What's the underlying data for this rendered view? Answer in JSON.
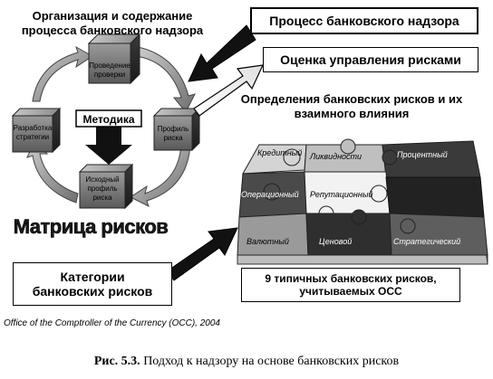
{
  "left_panel": {
    "title_line1": "Организация и содержание",
    "title_line2": "процесса банковского надзора",
    "cycle": {
      "top_cube_line1": "Проведение",
      "top_cube_line2": "проверки",
      "left_cube_line1": "Разработка",
      "left_cube_line2": "стратегии",
      "right_cube_line1": "Профиль",
      "right_cube_line2": "риска",
      "bottom_cube_line1": "Исходный",
      "bottom_cube_line2": "профиль",
      "bottom_cube_line3": "риска",
      "center_label": "Методика"
    },
    "matrix_label": "Матрица рисков"
  },
  "right_panel": {
    "process_label": "Процесс банковского надзора",
    "evaluation_label": "Оценка управления рисками",
    "definitions_line1": "Определения банковских рисков и их",
    "definitions_line2": "взаимного влияния",
    "puzzle": {
      "pieces": [
        {
          "name": "Кредитный",
          "shade": "#d4d4d4"
        },
        {
          "name": "Ликвидности",
          "shade": "#bfbfbf"
        },
        {
          "name": "Процентный",
          "shade": "#3a3a3a"
        },
        {
          "name": "Операционный",
          "shade": "#4a4a4a"
        },
        {
          "name": "Репутационный",
          "shade": "#f2f2f2"
        },
        {
          "name": "Валютный",
          "shade": "#9a9a9a"
        },
        {
          "name": "Ценовой",
          "shade": "#2f2f2f"
        },
        {
          "name": "Стратегический",
          "shade": "#5e5e5e"
        }
      ]
    },
    "typical_line1": "9 типичных банковских рисков,",
    "typical_line2": "учитываемых ОСС"
  },
  "categories_line1": "Категории",
  "categories_line2": "банковских рисков",
  "source": "Office of the Comptroller of the Currency (OCC), 2004",
  "caption_prefix": "Рис. 5.3.",
  "caption_text": "Подход к надзору на основе банковских рисков"
}
